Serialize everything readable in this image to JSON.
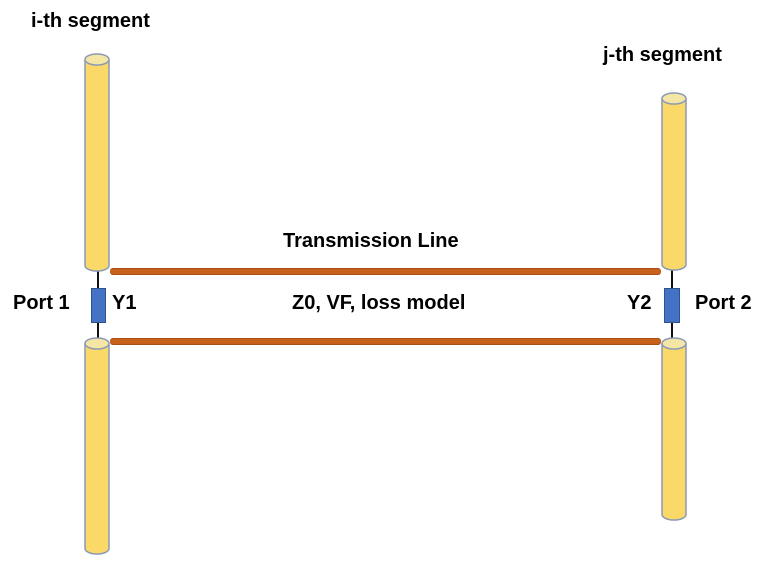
{
  "diagram": {
    "title_note": "Transmission line model between two antenna segments",
    "labels": {
      "i_segment": "i-th segment",
      "j_segment": "j-th segment",
      "transmission_line": "Transmission Line",
      "line_params": "Z0, VF, loss model",
      "port1": "Port 1",
      "y1": "Y1",
      "y2": "Y2",
      "port2": "Port 2"
    },
    "colors": {
      "background": "#FFFFFF",
      "text": "#000000",
      "segment_fill": "#FBD969",
      "segment_top_fill": "#F6E6A6",
      "segment_outline": "#8A99B5",
      "line_color": "#C8611B",
      "port_fill": "#4472C4",
      "port_border": "#2F528F",
      "connector": "#111111"
    }
  }
}
